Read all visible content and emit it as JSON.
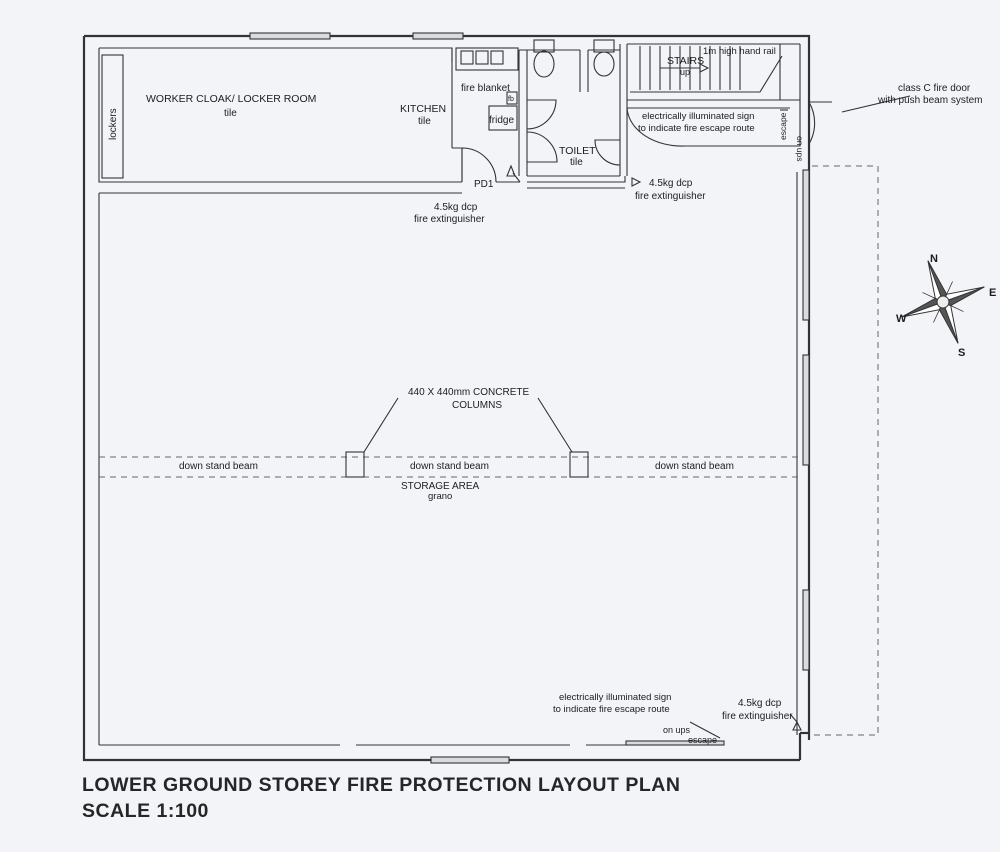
{
  "rooms": {
    "cloak": "WORKER CLOAK/ LOCKER ROOM",
    "cloak_finish": "tile",
    "lockers": "lockers",
    "kitchen": "KITCHEN",
    "kitchen_finish": "tile",
    "fire_blanket": "fire blanket",
    "fb": "fb",
    "fridge": "fridge",
    "toilet": "TOILET",
    "toilet_finish": "tile",
    "stairs": "STAIRS",
    "stairs_dir": "up",
    "handrail": "1m high hand rail",
    "storage": "STORAGE AREA",
    "storage_finish": "grano"
  },
  "annotations": {
    "door_pd1": "PD1",
    "ext_1_line1": "4.5kg dcp",
    "ext_1_line2": "fire extinguisher",
    "ext_2_line1": "4.5kg dcp",
    "ext_2_line2": "fire extinguisher",
    "ext_3_line1": "4.5kg dcp",
    "ext_3_line2": "fire extinguisher",
    "sign_1_line1": "electrically illuminated sign",
    "sign_1_line2": "to indicate fire escape route",
    "sign_2_line1": "electrically illuminated sign",
    "sign_2_line2": "to indicate fire escape route",
    "fire_door_line1": "class C fire door",
    "fire_door_line2": "with push beam system",
    "escape": "escape",
    "on_ups": "on ups",
    "escape_2": "escape",
    "on_ups_2": "on ups",
    "columns_line1": "440 X 440mm CONCRETE",
    "columns_line2": "COLUMNS",
    "beam_left": "down stand beam",
    "beam_mid": "down stand beam",
    "beam_right": "down stand beam"
  },
  "compass": {
    "n": "N",
    "e": "E",
    "s": "S",
    "w": "W"
  },
  "title": {
    "line1": "LOWER GROUND STOREY FIRE PROTECTION LAYOUT PLAN",
    "line2": "SCALE 1:100"
  }
}
